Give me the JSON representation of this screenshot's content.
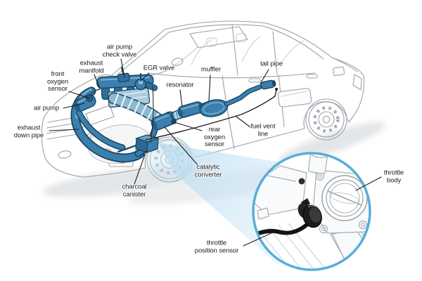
{
  "diagram": {
    "description": "Cutaway illustration of a sedan showing the emission and exhaust system components, with a magnified inset of the throttle body",
    "labels": {
      "air_pump_check_valve": "air pump\ncheck valve",
      "exhaust_manifold": "exhaust\nmanifold",
      "front_oxygen_sensor": "front\noxygen\nsensor",
      "egr_valve": "EGR valve",
      "resonator": "resonator",
      "muffler": "muffler",
      "tail_pipe": "tail pipe",
      "air_pump": "air pump",
      "exhaust_down_pipe": "exhaust\ndown pipe",
      "rear_oxygen_sensor": "rear\noxygen\nsensor",
      "fuel_vent_line": "fuel vent\nline",
      "catalytic_converter": "catalytic\nconverter",
      "charcoal_canister": "charcoal\ncanister",
      "throttle_body": "throttle\nbody",
      "throttle_position_sensor": "throttle\nposition sensor"
    },
    "colors": {
      "highlight_blue": "#3a7fae",
      "highlight_dark_blue": "#17455f",
      "highlight_light_blue": "#7fb0cf",
      "beam_blue": "#cde7f5",
      "inset_ring_blue": "#58aed9",
      "car_outline_gray": "#9aa1a8",
      "label_text": "#1b1b1b",
      "background": "#ffffff"
    }
  }
}
